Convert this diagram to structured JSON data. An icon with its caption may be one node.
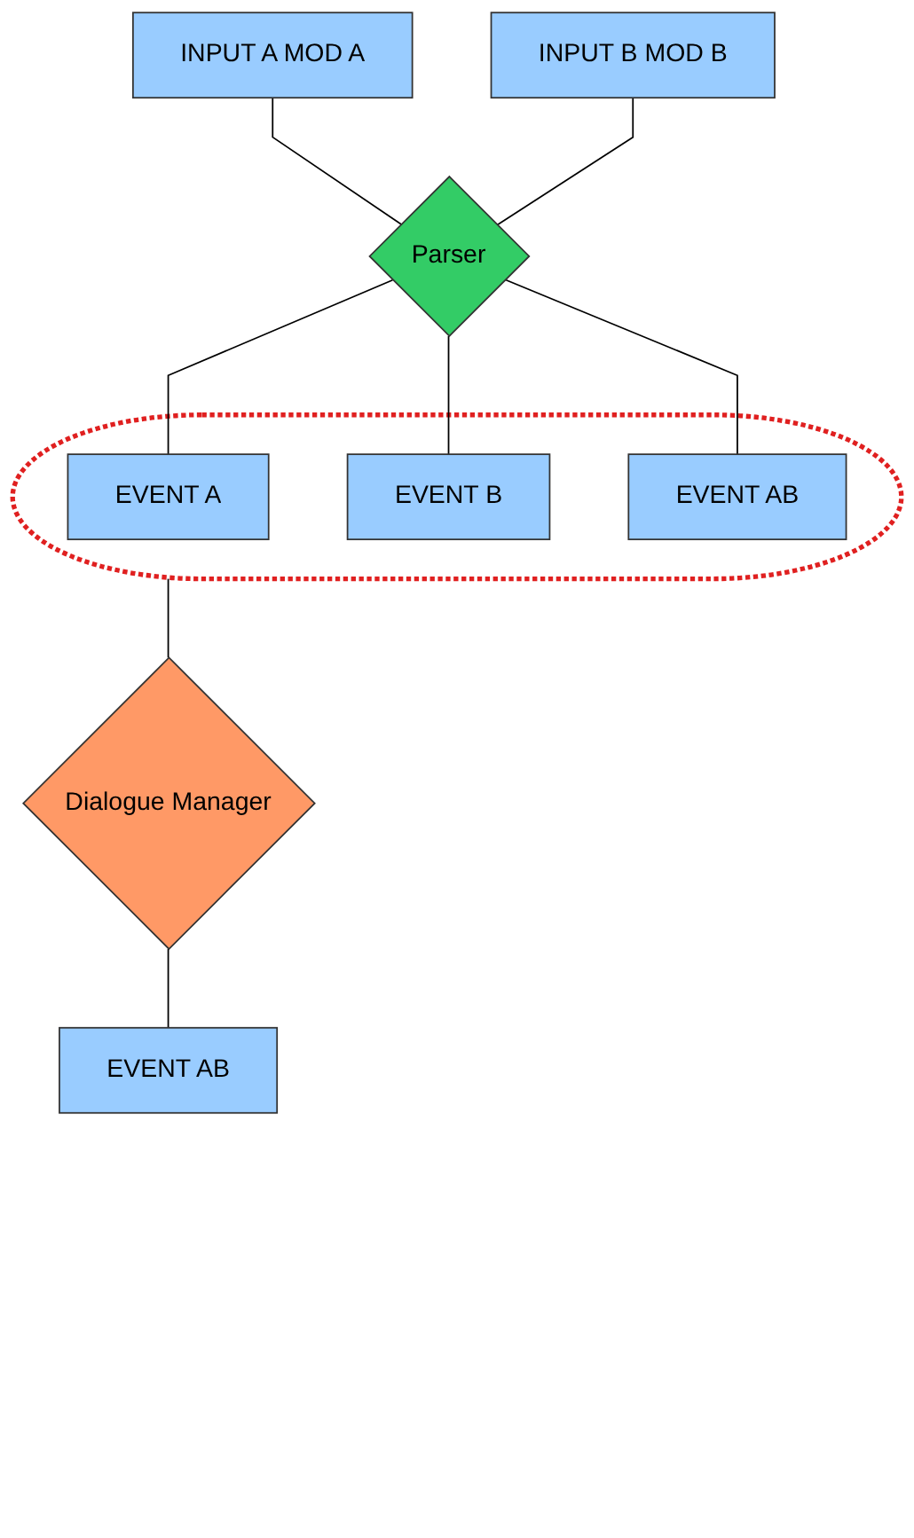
{
  "diagram": {
    "nodes": [
      {
        "text": [
          "INPUT A MOD A"
        ]
      },
      {
        "text": [
          "INPUT B MOD B"
        ]
      },
      {
        "text": [
          "Parser"
        ]
      },
      {
        "text": [],
        "shape": "ellipse"
      },
      {
        "text": [
          "EVENT A"
        ],
        "in": 3
      },
      {
        "text": [
          "EVENT B"
        ],
        "in": 3
      },
      {
        "text": [
          "EVENT AB"
        ],
        "in": 3
      },
      {
        "text": [
          "Dialogue Manager"
        ]
      },
      {
        "text": [
          "EVENT AB"
        ]
      }
    ],
    "edges": [
      {
        "from": 0,
        "to": 2,
        "arrow": "none"
      },
      {
        "from": 1,
        "to": 2,
        "arrow": "none"
      },
      {
        "from": 2,
        "to": 4,
        "arrow": "none"
      },
      {
        "from": 2,
        "to": 5,
        "arrow": "none"
      },
      {
        "from": 2,
        "to": 6,
        "arrow": "none"
      },
      {
        "from": 3,
        "to": 7,
        "arrow": "none"
      },
      {
        "from": 7,
        "to": 8,
        "arrow": "none"
      }
    ]
  }
}
